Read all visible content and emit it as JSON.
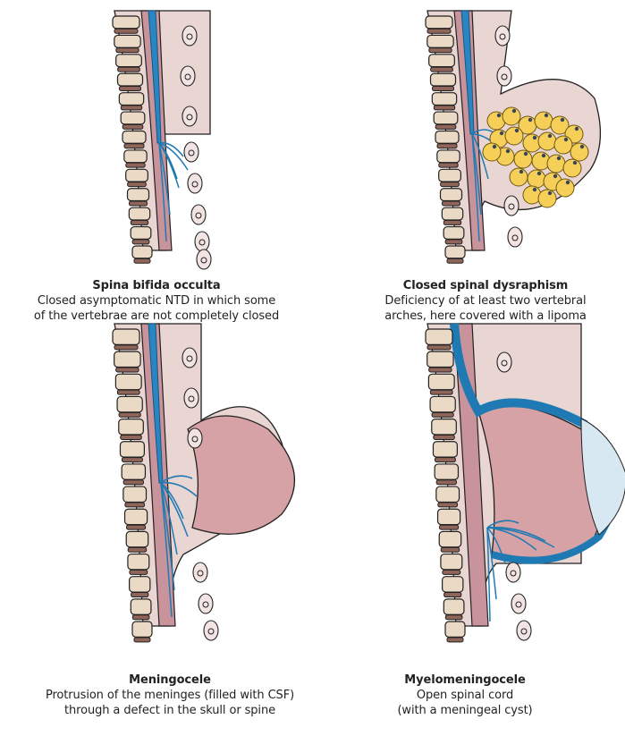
{
  "panels": [
    {
      "title": "Spina bifida occulta",
      "lines": [
        "Closed asymptomatic NTD in which some",
        "of the vertebrae are not completely closed"
      ]
    },
    {
      "title": "Closed spinal dysraphism",
      "lines": [
        "Deficiency of at least two vertebral",
        "arches, here covered with a lipoma"
      ]
    },
    {
      "title": "Meningocele",
      "lines": [
        "Protrusion of the meninges (filled with CSF)",
        "through a defect in the skull or spine"
      ]
    },
    {
      "title": "Myelomeningocele",
      "lines": [
        "Open spinal cord",
        "(with a meningeal cyst)"
      ]
    }
  ],
  "colors": {
    "spinal_cord": "#2a86c2",
    "lipoma": "#f6cf58",
    "meninges": "#c9939b",
    "vertebra": "#ead9c4"
  }
}
